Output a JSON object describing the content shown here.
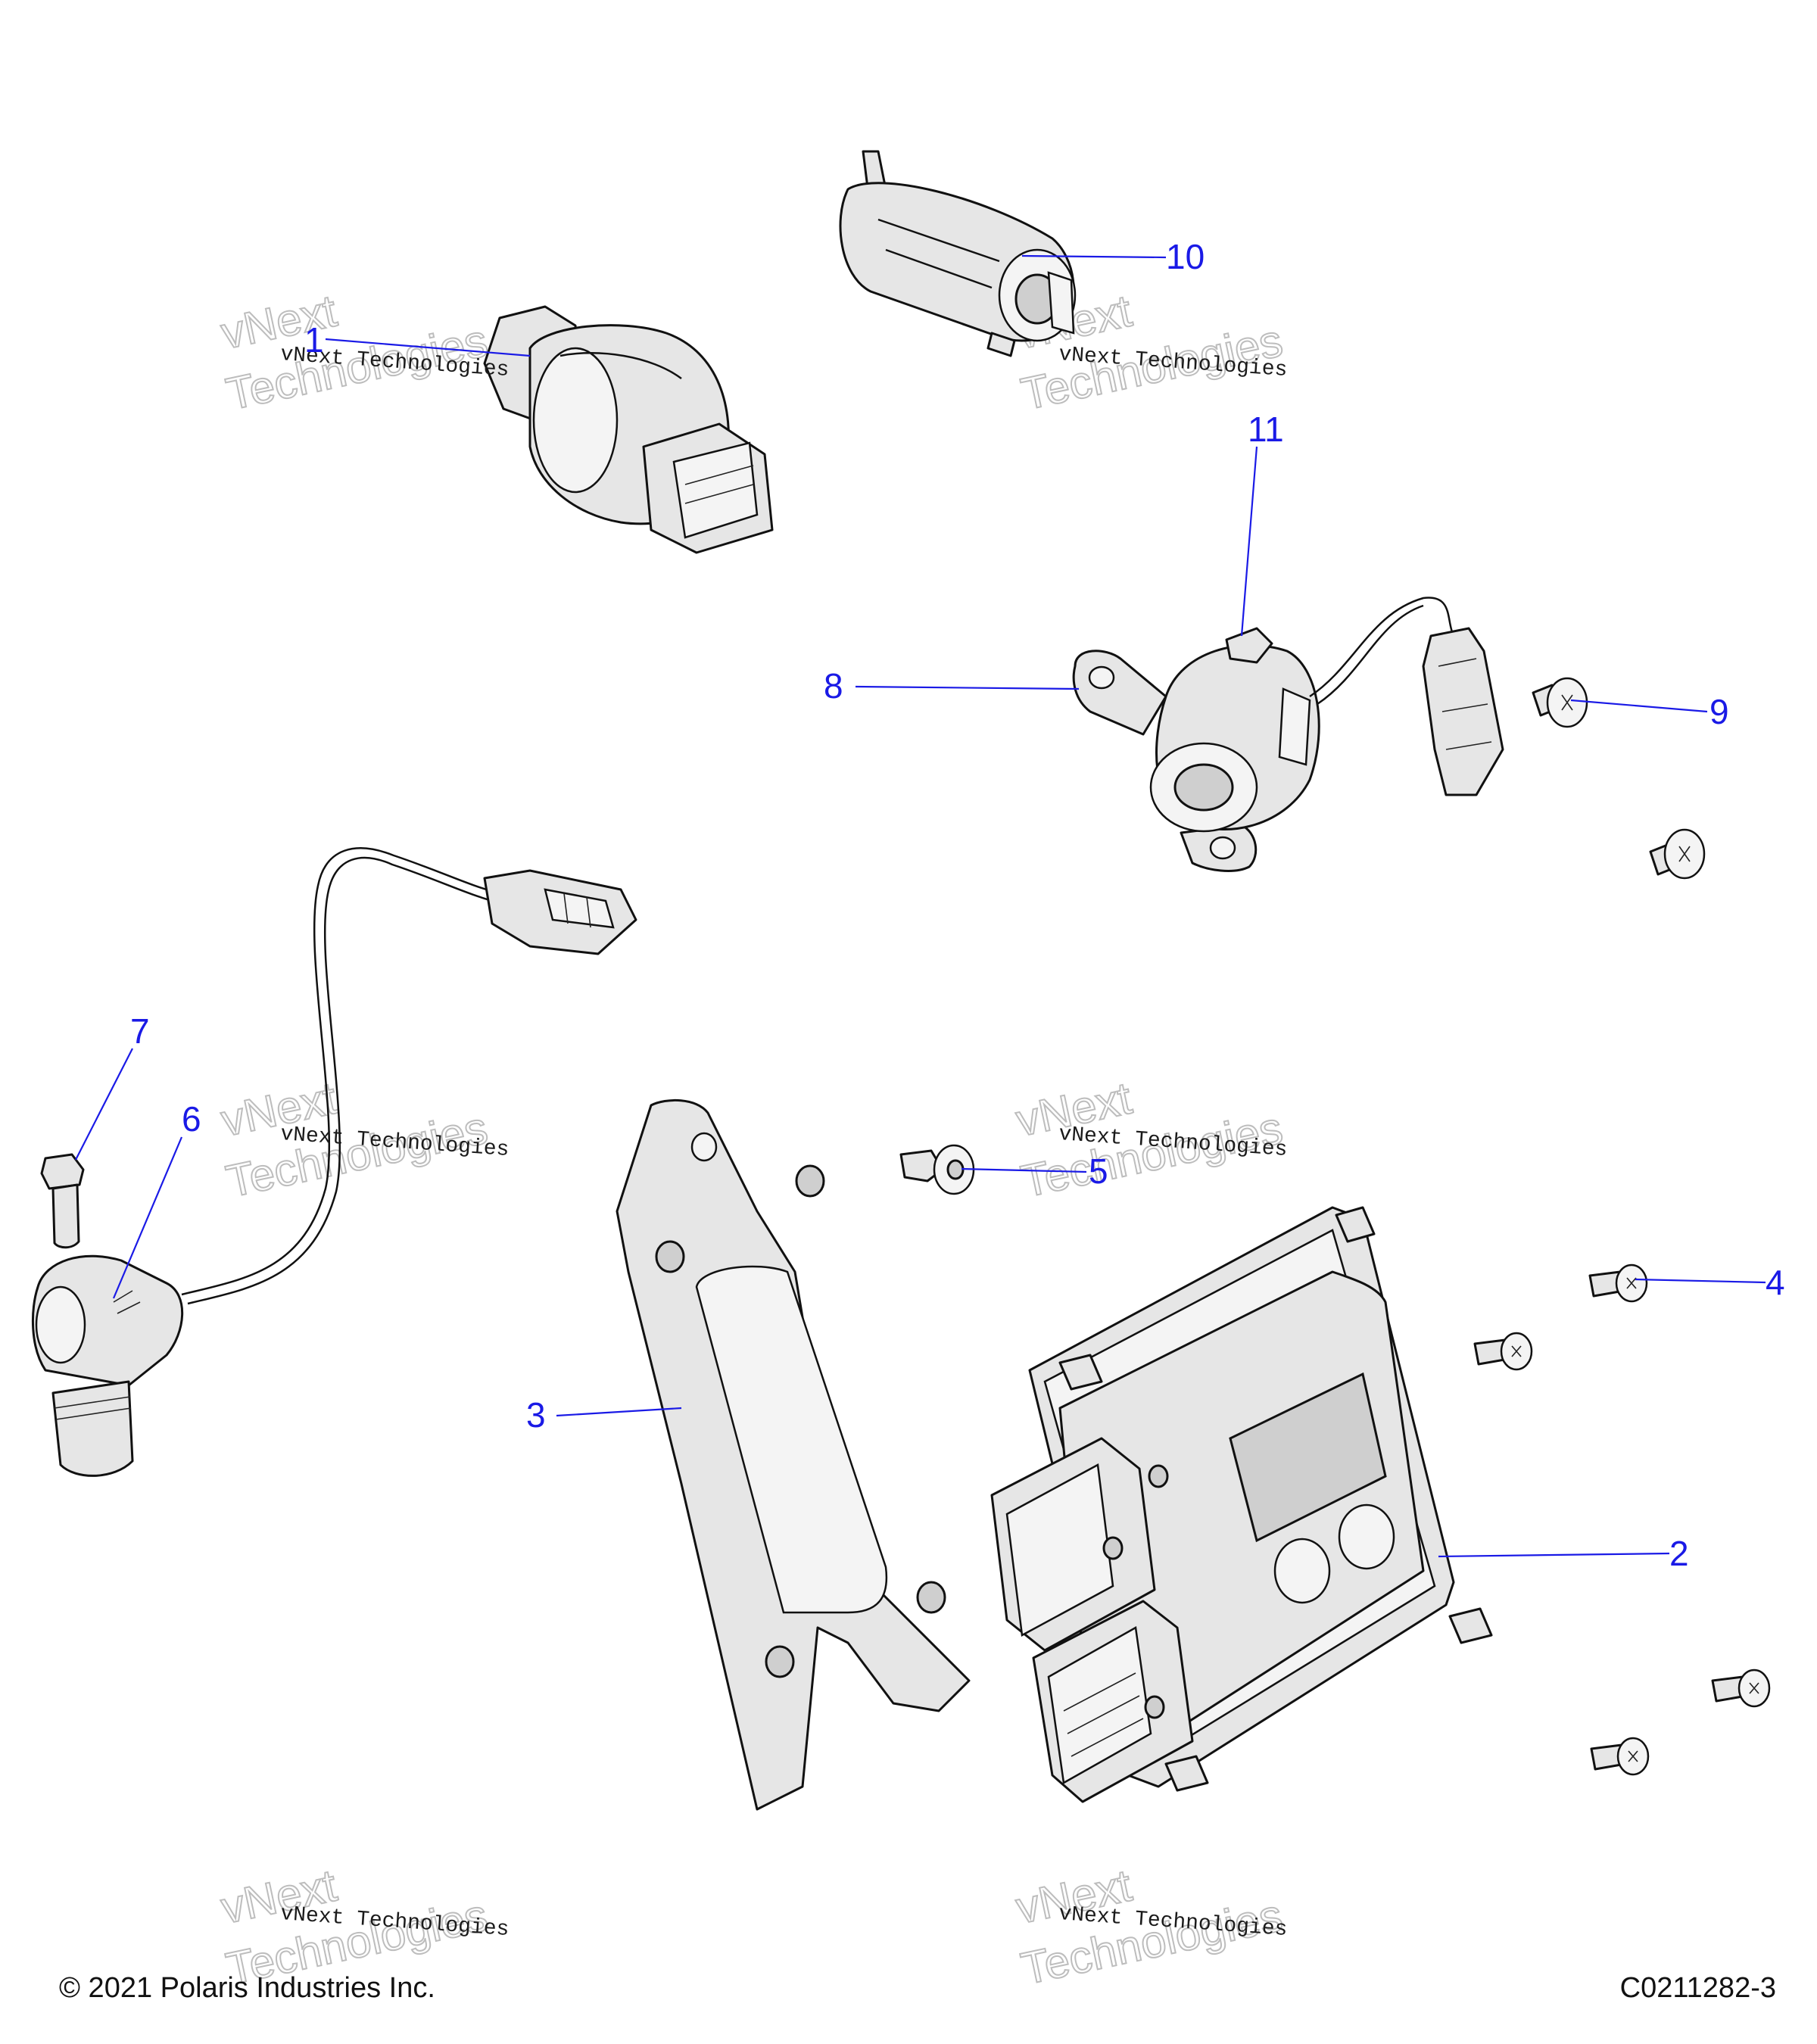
{
  "callouts": {
    "c1": "1",
    "c2": "2",
    "c3": "3",
    "c4": "4",
    "c5": "5",
    "c6": "6",
    "c7": "7",
    "c8": "8",
    "c9": "9",
    "c10": "10",
    "c11": "11"
  },
  "watermark": {
    "line1": "vNext Technologies",
    "word_a": "vNext",
    "word_b": "Technologies"
  },
  "footer": {
    "copyright": "© 2021 Polaris Industries Inc.",
    "diagram_code": "C0211282-3"
  },
  "colors": {
    "callout": "#1a1ae6",
    "part_fill": "#e6e6e6",
    "line": "#111111"
  }
}
